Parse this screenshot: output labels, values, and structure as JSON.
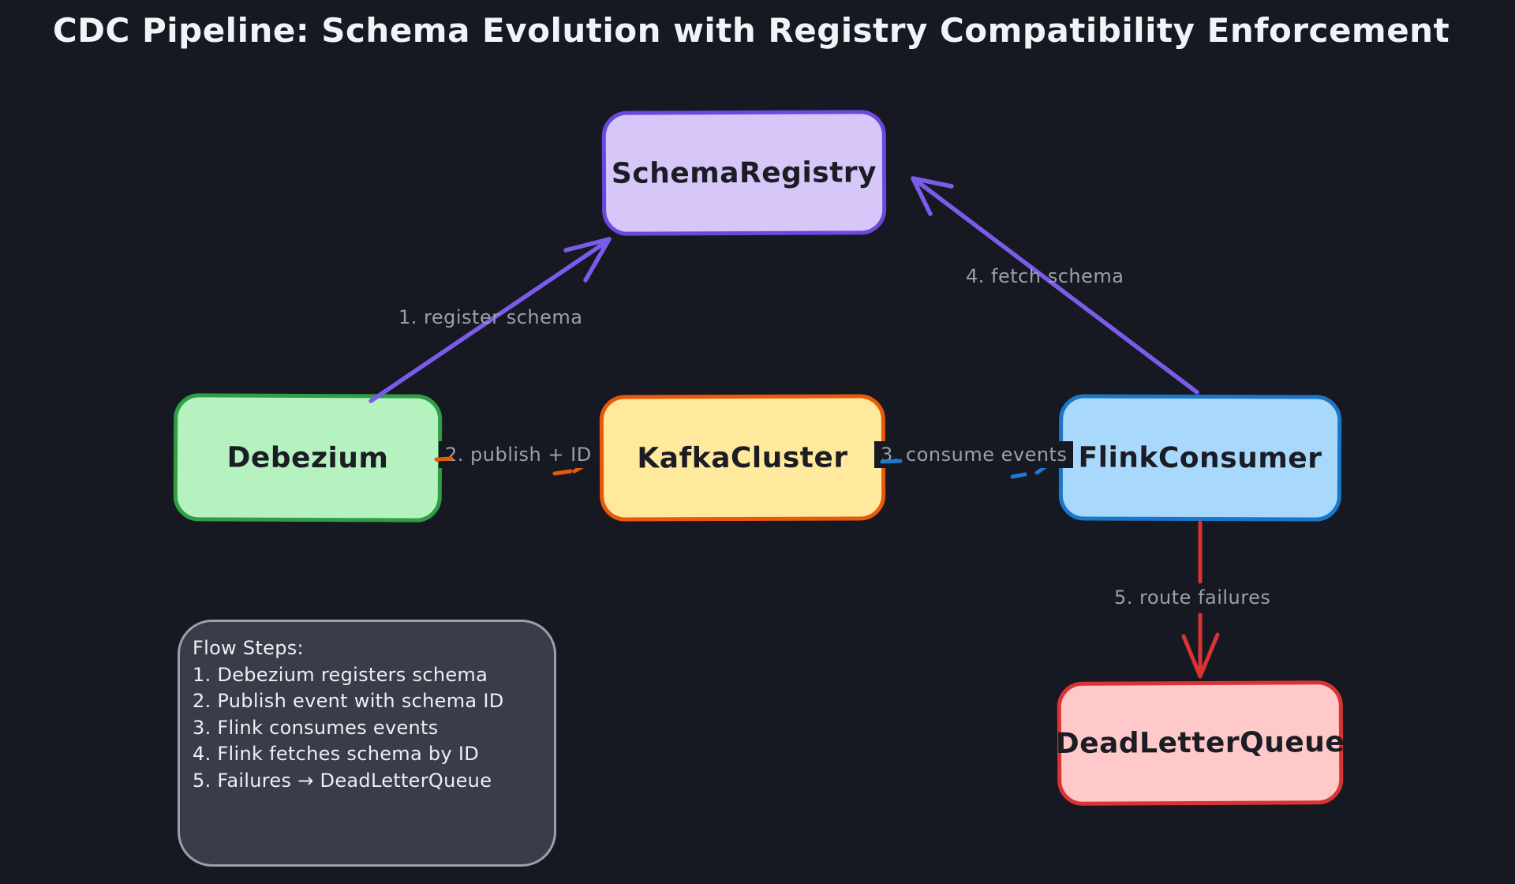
{
  "title": "CDC Pipeline: Schema Evolution with Registry Compatibility Enforcement",
  "canvas": {
    "background": "#161922"
  },
  "nodes": {
    "schema_registry": {
      "label": "SchemaRegistry",
      "fill": "#d7c7f9",
      "stroke": "#6c48de"
    },
    "debezium": {
      "label": "Debezium",
      "fill": "#b5f2bf",
      "stroke": "#2f9e44"
    },
    "kafka_cluster": {
      "label": "KafkaCluster",
      "fill": "#ffe99c",
      "stroke": "#e8590c"
    },
    "flink_consumer": {
      "label": "FlinkConsumer",
      "fill": "#a8d9fd",
      "stroke": "#1b76c8"
    },
    "dead_letter_queue": {
      "label": "DeadLetterQueue",
      "fill": "#ffc9c9",
      "stroke": "#da3333"
    }
  },
  "edges": {
    "register_schema": {
      "label": "1. register schema",
      "color": "#7b5bea",
      "from": "Debezium",
      "to": "SchemaRegistry"
    },
    "publish_id": {
      "label": "2. publish + ID",
      "color": "#e8590c",
      "from": "Debezium",
      "to": "KafkaCluster"
    },
    "consume_events": {
      "label": "3. consume events",
      "color": "#2278cf",
      "from": "KafkaCluster",
      "to": "FlinkConsumer"
    },
    "fetch_schema": {
      "label": "4. fetch schema",
      "color": "#7b5bea",
      "from": "FlinkConsumer",
      "to": "SchemaRegistry"
    },
    "route_failures": {
      "label": "5. route failures",
      "color": "#d83434",
      "from": "FlinkConsumer",
      "to": "DeadLetterQueue"
    }
  },
  "notes": {
    "heading": "Flow Steps:",
    "steps": [
      "1. Debezium registers schema",
      "2. Publish event with schema ID",
      "3. Flink consumes events",
      "4. Flink fetches schema by ID",
      "5. Failures → DeadLetterQueue"
    ]
  }
}
